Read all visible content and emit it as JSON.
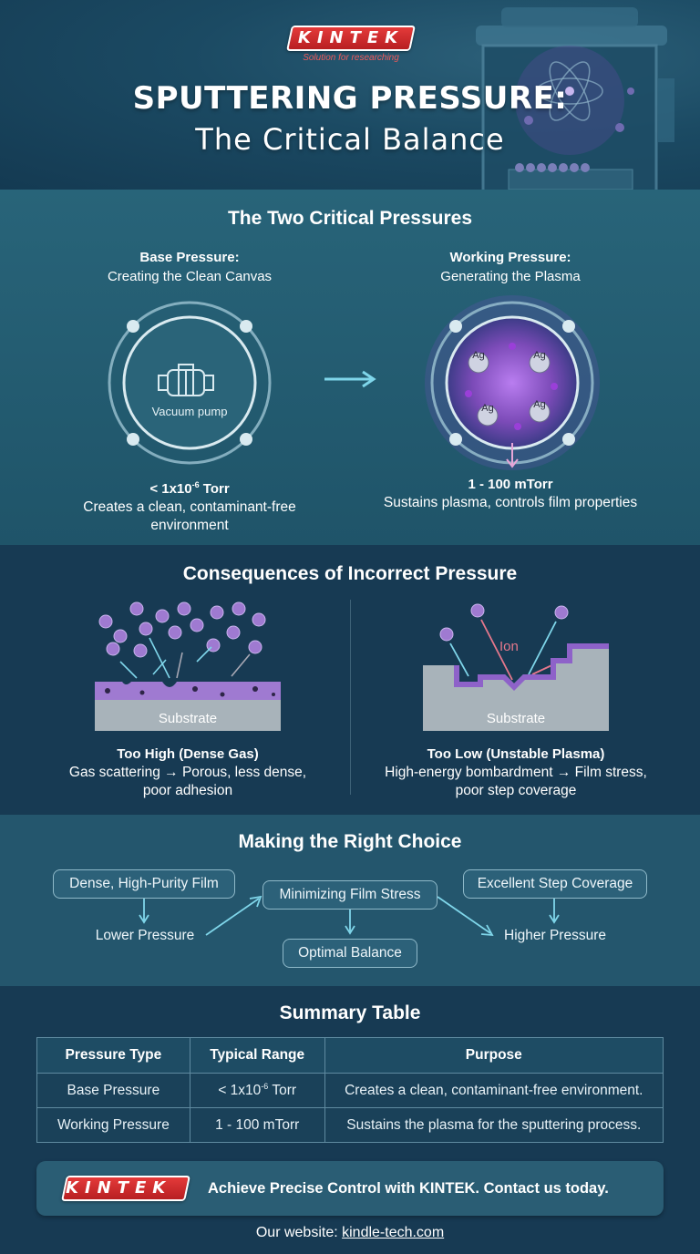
{
  "header": {
    "logo": "KINTEK",
    "tagline": "Solution for researching",
    "title": "SPUTTERING PRESSURE:",
    "subtitle": "The Critical Balance"
  },
  "pressures": {
    "title": "The Two Critical Pressures",
    "base": {
      "heading": "Base Pressure:",
      "subheading": "Creating the Clean Canvas",
      "icon_label": "Vacuum pump",
      "value_prefix": "< 1x10",
      "value_exp": "-6",
      "value_unit": " Torr",
      "description": "Creates a clean, contaminant-free environment"
    },
    "working": {
      "heading": "Working Pressure:",
      "subheading": "Generating the Plasma",
      "atoms": [
        "Ag",
        "Ag",
        "Ag",
        "Ag"
      ],
      "value": "1 - 100 mTorr",
      "description": "Sustains plasma, controls film properties"
    }
  },
  "consequences": {
    "title": "Consequences of Incorrect Pressure",
    "high": {
      "substrate": "Substrate",
      "heading": "Too High (Dense Gas)",
      "description": "Gas scattering → Porous, less dense, poor adhesion"
    },
    "low": {
      "ion_label": "Ion",
      "substrate": "Substrate",
      "heading": "Too Low (Unstable Plasma)",
      "description": "High-energy bombardment → Film stress, poor step coverage"
    }
  },
  "choice": {
    "title": "Making the Right Choice",
    "dense_film": "Dense, High-Purity Film",
    "lower_pressure": "Lower Pressure",
    "min_stress": "Minimizing Film Stress",
    "optimal": "Optimal Balance",
    "step_coverage": "Excellent Step Coverage",
    "higher_pressure": "Higher Pressure"
  },
  "summary": {
    "title": "Summary Table",
    "headers": [
      "Pressure Type",
      "Typical Range",
      "Purpose"
    ],
    "rows": [
      {
        "type": "Base Pressure",
        "range_prefix": "< 1x10",
        "range_exp": "-6",
        "range_unit": " Torr",
        "purpose": "Creates a clean, contaminant-free environment."
      },
      {
        "type": "Working Pressure",
        "range": "1 - 100 mTorr",
        "purpose": "Sustains the plasma for the sputtering process."
      }
    ]
  },
  "cta": {
    "logo": "KINTEK",
    "text": "Achieve Precise Control with KINTEK. Contact us today.",
    "website_label": "Our website: ",
    "website": "kindle-tech.com"
  },
  "colors": {
    "accent_red": "#d32a2c",
    "plasma_purple": "#a860e0",
    "particle_purple": "#9f7ad1",
    "arrow_cyan": "#7fd6ea",
    "ion_pink": "#e6788c"
  }
}
